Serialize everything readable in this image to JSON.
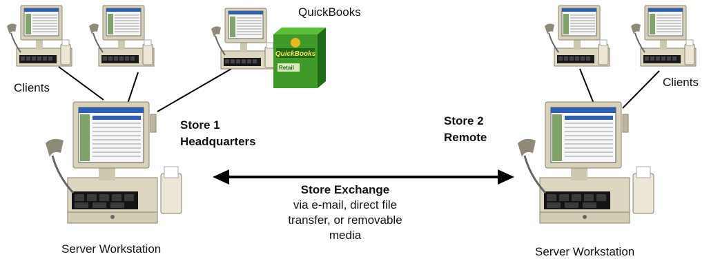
{
  "labels": {
    "quickbooks": "QuickBooks",
    "clients_left": "Clients",
    "clients_right": "Clients",
    "store1_line1": "Store 1",
    "store1_line2": "Headquarters",
    "store2_line1": "Store 2",
    "store2_line2": "Remote",
    "exchange_title": "Store Exchange",
    "exchange_desc_1": "via e-mail, direct file",
    "exchange_desc_2": "transfer, or removable",
    "exchange_desc_3": "media",
    "server_left": "Server Workstation",
    "server_right": "Server Workstation"
  },
  "product_box": {
    "brand": "QuickBooks",
    "edition": "Retail"
  },
  "colors": {
    "box_green": "#3f9a2a",
    "box_dark": "#1f6a14",
    "pos_beige": "#e6e0cc",
    "screen_blue": "#2e5fb0",
    "line": "#000000"
  }
}
